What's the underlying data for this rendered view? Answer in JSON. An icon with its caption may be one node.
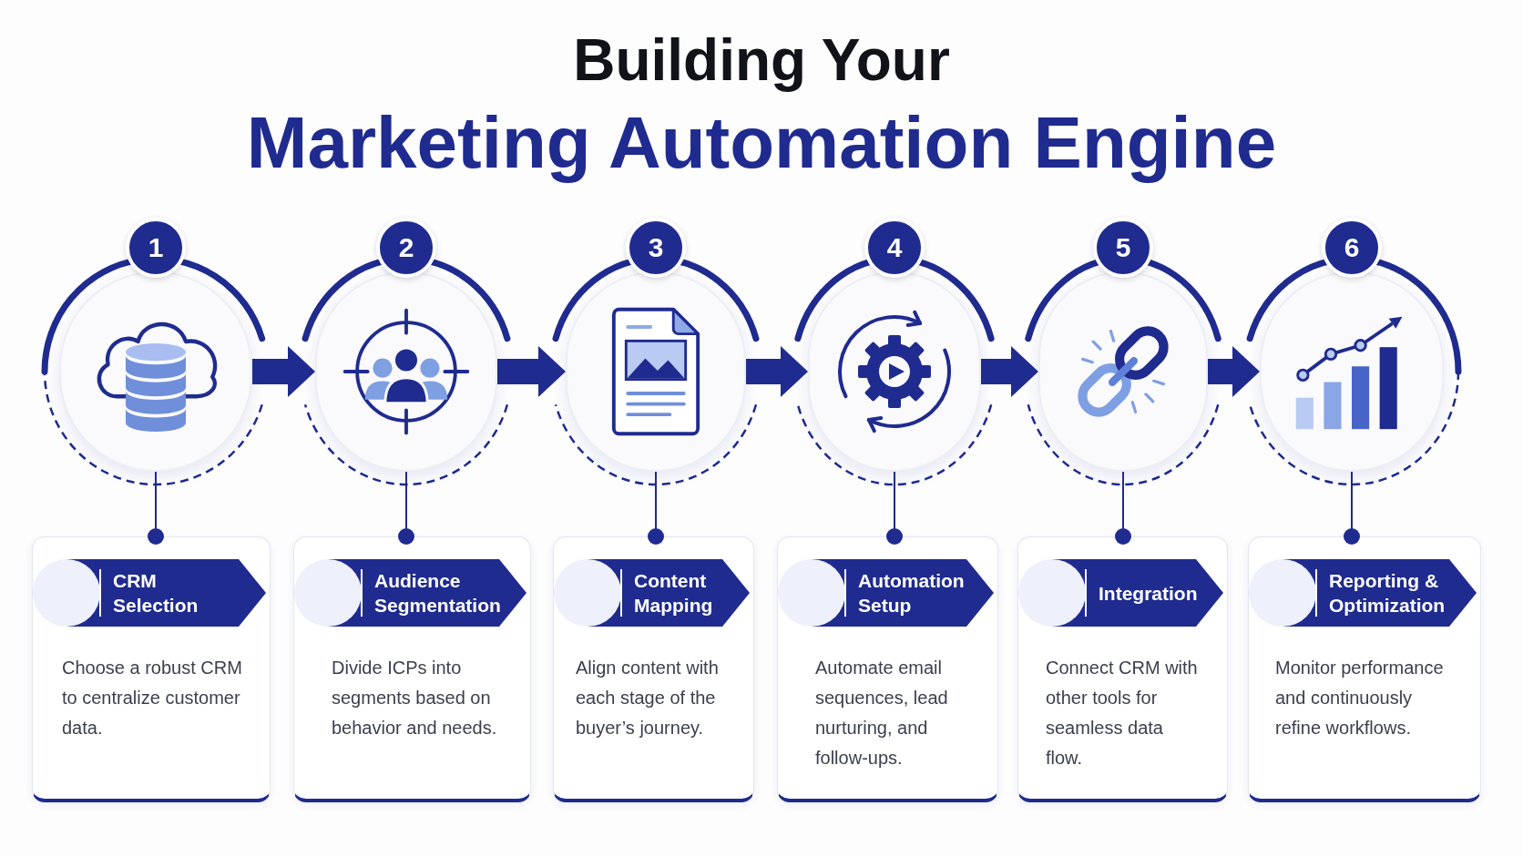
{
  "diagram": {
    "title": "Building Your Marketing Automation Engine",
    "nodes": [
      {
        "text": [
          "1"
        ]
      },
      {
        "text": [],
        "shape": "circle"
      },
      {
        "text": [
          "Choose a robust CRM to centralize customer data."
        ]
      },
      {
        "text": [
          "CRM Selection"
        ],
        "in": 2
      },
      {
        "text": [
          "2"
        ]
      },
      {
        "text": [],
        "shape": "circle"
      },
      {
        "text": [
          "Divide ICPs into segments based on behavior and needs."
        ]
      },
      {
        "text": [
          "Audience Segmentation"
        ],
        "in": 6
      },
      {
        "text": [
          "3"
        ]
      },
      {
        "text": [],
        "shape": "circle"
      },
      {
        "text": [
          "Align content with each stage of the buyer’s journey."
        ]
      },
      {
        "text": [
          "Content Mapping"
        ],
        "in": 10
      },
      {
        "text": [
          "4"
        ]
      },
      {
        "text": [],
        "shape": "circle"
      },
      {
        "text": [
          "Automate email sequences, lead nurturing, and follow-ups."
        ]
      },
      {
        "text": [
          "Automation Setup"
        ],
        "in": 14
      },
      {
        "text": [
          "5"
        ]
      },
      {
        "text": [],
        "shape": "circle"
      },
      {
        "text": [
          "Connect CRM with other tools for seamless data flow."
        ]
      },
      {
        "text": [
          "Integration"
        ],
        "in": 18
      },
      {
        "text": [
          "6"
        ]
      },
      {
        "text": [],
        "shape": "circle"
      },
      {
        "text": [
          "Monitor performance and continuously refine workflows."
        ]
      },
      {
        "text": [
          "Reporting & Optimization"
        ],
        "in": 22
      }
    ],
    "edges": [
      {
        "from": 1,
        "to": 5,
        "arrow": "to",
        "style": "thick"
      },
      {
        "from": 5,
        "to": 9,
        "arrow": "to",
        "style": "thick"
      },
      {
        "from": 9,
        "to": 13,
        "arrow": "to",
        "style": "thick"
      },
      {
        "from": 13,
        "to": 17,
        "arrow": "to",
        "style": "thick"
      },
      {
        "from": 17,
        "to": 21,
        "arrow": "to",
        "style": "thick"
      },
      {
        "from": 1,
        "to": 2,
        "arrow": "other"
      },
      {
        "from": 5,
        "to": 6,
        "arrow": "other"
      },
      {
        "from": 9,
        "to": 10,
        "arrow": "other"
      },
      {
        "from": 13,
        "to": 14,
        "arrow": "other"
      },
      {
        "from": 17,
        "to": 18,
        "arrow": "other"
      },
      {
        "from": 21,
        "to": 22,
        "arrow": "other"
      }
    ]
  }
}
